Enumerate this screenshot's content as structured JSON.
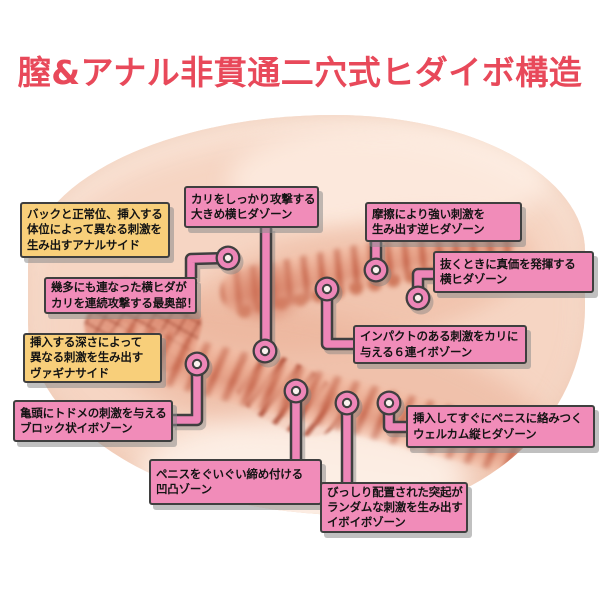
{
  "title": {
    "text": "膣&アナル非貫通二穴式ヒダイボ構造"
  },
  "colors": {
    "title_red": "#e8495a",
    "callout_pink": "#f18cb9",
    "callout_yellow": "#f8cf7a",
    "border_dark": "#3f3f3f",
    "connector_pink": "#ee86b8",
    "body_skin": "#f6d5c3",
    "text_dark": "#141414"
  },
  "callouts": [
    {
      "name": "anal-side",
      "style": "yellow",
      "lines": [
        "バックと正常位、挿入する",
        "体位によって異なる刺激を",
        "生み出すアナルサイド"
      ]
    },
    {
      "name": "big-yoko-hida-zone",
      "style": "pink",
      "lines": [
        "カリをしっかり攻撃する",
        "大きめ横ヒダゾーン"
      ]
    },
    {
      "name": "gyaku-hida-zone",
      "style": "pink",
      "lines": [
        "摩擦により強い刺激を",
        "生み出す逆ヒダゾーン"
      ]
    },
    {
      "name": "yoko-hida-zone",
      "style": "pink",
      "lines": [
        "抜くときに真価を発揮する",
        "横ヒダゾーン"
      ]
    },
    {
      "name": "saiokubu",
      "style": "pink",
      "lines": [
        "幾多にも連なった横ヒダが",
        "カリを連続攻撃する最奥部！"
      ]
    },
    {
      "name": "six-ibo-zone",
      "style": "pink",
      "lines": [
        "インパクトのある刺激をカリに",
        "与える６連イボゾーン"
      ]
    },
    {
      "name": "vagina-side",
      "style": "yellow",
      "lines": [
        "挿入する深さによって",
        "異なる刺激を生み出す",
        "ヴァギナサイド"
      ]
    },
    {
      "name": "block-ibo-zone",
      "style": "pink",
      "lines": [
        "亀頭にトドメの刺激を与える",
        "ブロック状イボゾーン"
      ]
    },
    {
      "name": "welcome-tate-hida-zone",
      "style": "pink",
      "lines": [
        "挿入してすぐにペニスに絡みつく",
        "ウェルカム縦ヒダゾーン"
      ]
    },
    {
      "name": "outotsu-zone",
      "style": "pink",
      "lines": [
        "ペニスをぐいぐい締め付ける",
        "凹凸ゾーン"
      ]
    },
    {
      "name": "ibo-ibo-zone",
      "style": "pink",
      "lines": [
        "びっしり配置された突起が",
        "ランダムな刺激を生み出す",
        "イボイボゾーン"
      ]
    }
  ]
}
